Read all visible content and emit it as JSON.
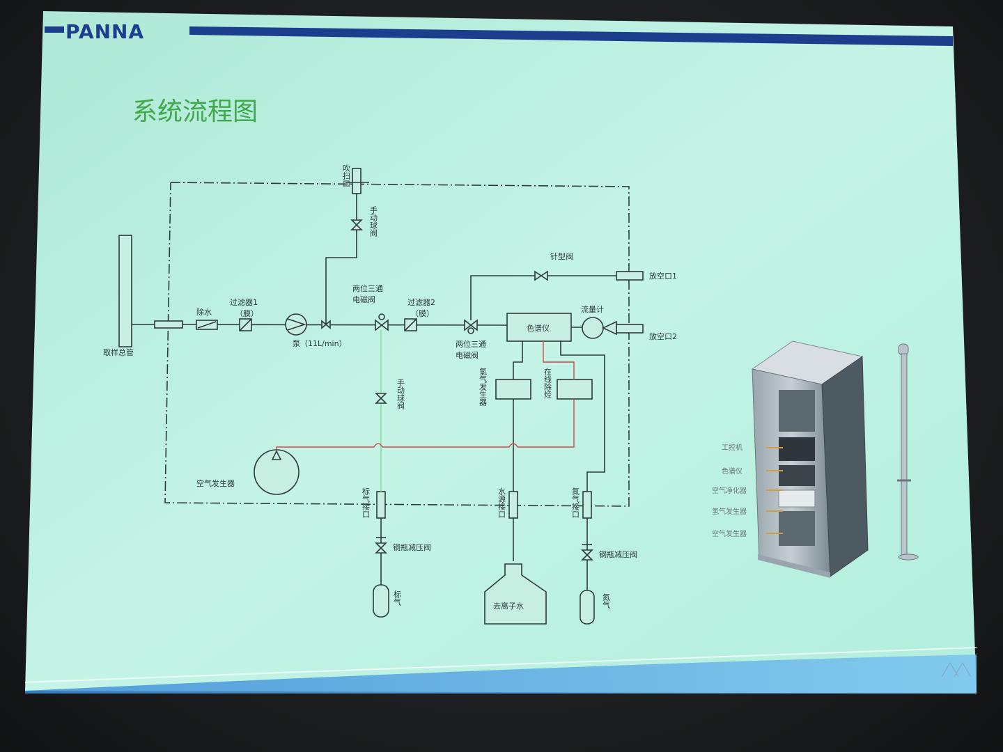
{
  "slide": {
    "brand": "PANNA",
    "title": "系统流程图",
    "colors": {
      "background": "#b9f0e0",
      "brand_blue": "#1d3e8c",
      "title_green": "#3fa84a",
      "pipe": "#2d3a3a",
      "red_line": "#d24a4a",
      "green_line": "#7be08c"
    }
  },
  "diagram": {
    "labels": {
      "sample_probe": "取样总管",
      "dehydrate": "除水",
      "filter1": "过滤器1",
      "filter1_sub": "（膜）",
      "pump": "泵（11L/min）",
      "valve_3way_top": "两位三通",
      "valve_3way_top2": "电磁阀",
      "filter2": "过滤器2",
      "filter2_sub": "（膜）",
      "valve_3way_bottom": "两位三通",
      "valve_3way_bottom2": "电磁阀",
      "gc": "色谱仪",
      "flowmeter": "流量计",
      "needle_valve": "针型阀",
      "vent1": "放空口1",
      "vent2": "放空口2",
      "blowback": "吹扫口",
      "manual_ball_top": "手动球阀",
      "manual_ball_mid": "手动球阀",
      "h2_gen": "氢气发生器",
      "online_purge": "在线除烃",
      "air_gen": "空气发生器",
      "std_port": "标气接口",
      "water_port": "水源接口",
      "n2_port": "氮气接口",
      "reg_left": "钢瓶减压阀",
      "reg_right": "钢瓶减压阀",
      "std_gas": "标气",
      "deion_water": "去离子水",
      "n2_gas": "氮气"
    },
    "cabinet_labels": [
      "工控机",
      "色谱仪",
      "空气净化器",
      "氢气发生器",
      "空气发生器"
    ]
  }
}
